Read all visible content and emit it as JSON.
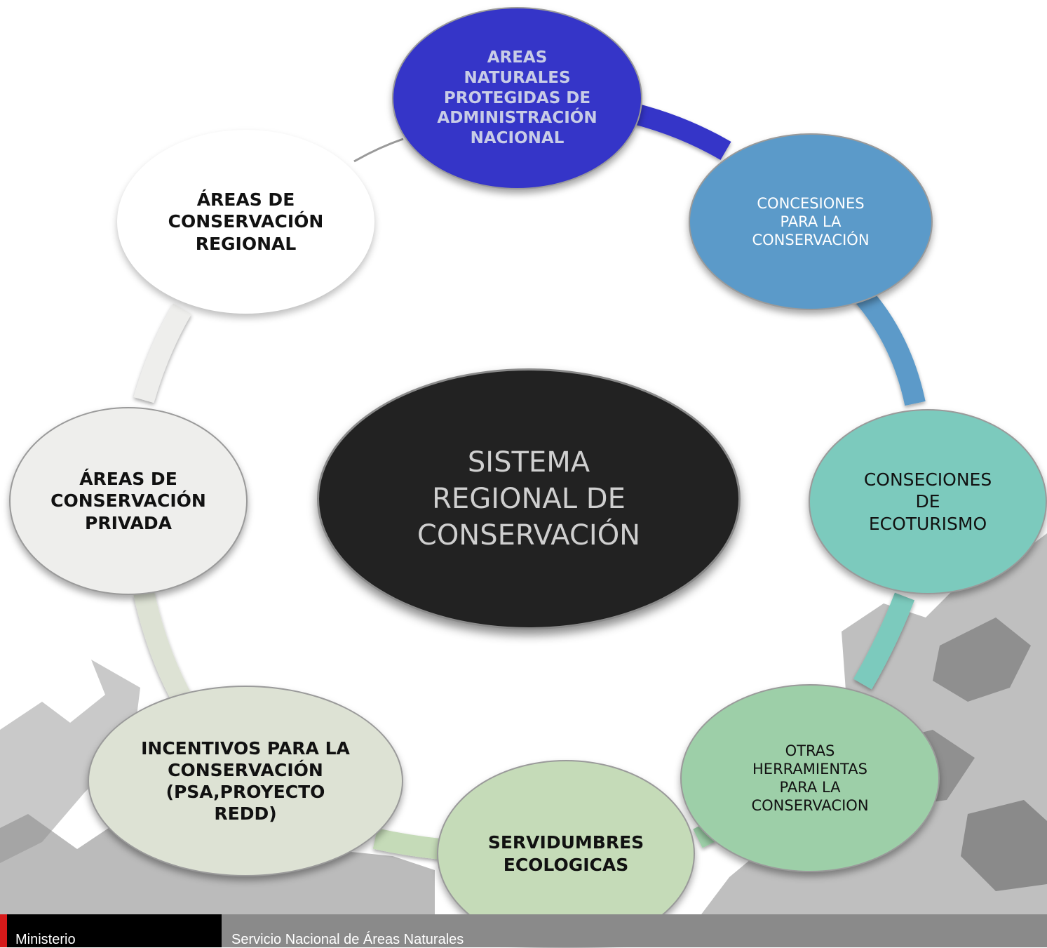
{
  "center": {
    "label": "SISTEMA\nREGIONAL DE\nCONSERVACIÓN"
  },
  "nodes": [
    {
      "id": "anp-nacional",
      "label": "AREAS\nNATURALES\nPROTEGIDAS DE\nADMINISTRACIÓN\nNACIONAL",
      "fill": "#3535c8",
      "text_color": "#c8cce6"
    },
    {
      "id": "concesiones-conservacion",
      "label": "CONCESIONES\nPARA LA\nCONSERVACIÓN",
      "fill": "#5b9ac9",
      "text_color": "#ffffff"
    },
    {
      "id": "concesiones-ecoturismo",
      "label": "CONSECIONES\nDE\nECOTURISMO",
      "fill": "#7ccabd",
      "text_color": "#111111"
    },
    {
      "id": "otras-herramientas",
      "label": "OTRAS\nHERRAMIENTAS\nPARA LA\nCONSERVACION",
      "fill": "#9dcfa8",
      "text_color": "#111111"
    },
    {
      "id": "servidumbres-ecologicas",
      "label": "SERVIDUMBRES\nECOLOGICAS",
      "fill": "#c5dbb8",
      "text_color": "#111111"
    },
    {
      "id": "incentivos",
      "label": "INCENTIVOS PARA LA\nCONSERVACIÓN\n(PSA,PROYECTO\nREDD)",
      "fill": "#dde2d4",
      "text_color": "#111111"
    },
    {
      "id": "conservacion-privada",
      "label": "ÁREAS DE\nCONSERVACIÓN\nPRIVADA",
      "fill": "#eeeeec",
      "text_color": "#111111"
    },
    {
      "id": "conservacion-regional",
      "label": "ÁREAS DE\nCONSERVACIÓN\nREGIONAL",
      "fill": "#ffffff",
      "text_color": "#111111"
    }
  ],
  "footer": {
    "ministry": "Ministerio",
    "service": "Servicio Nacional de Áreas Naturales",
    "accent": "#d61a1a"
  }
}
